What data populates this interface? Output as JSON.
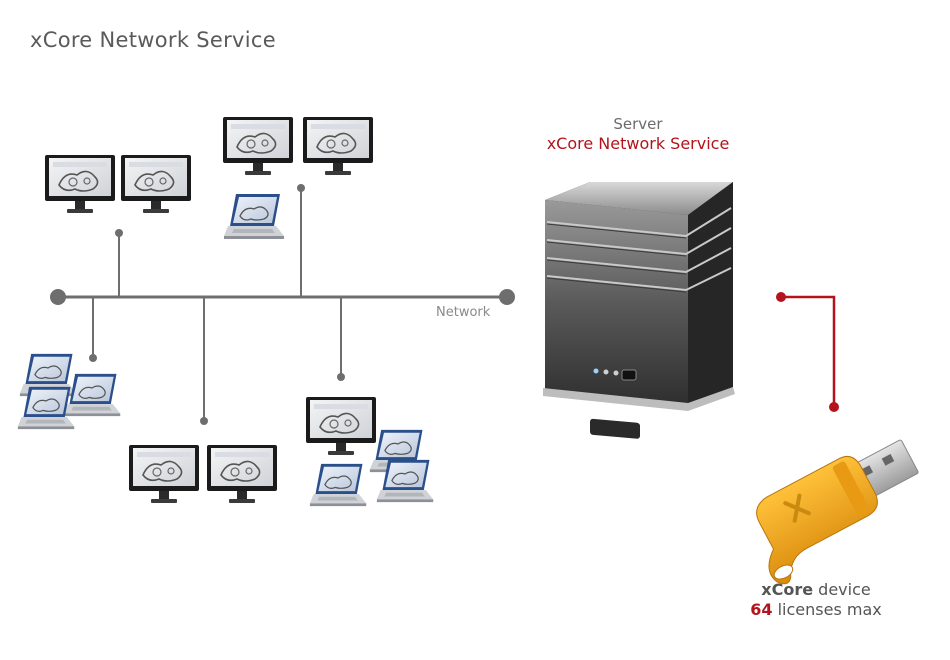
{
  "title": "xCore Network Service",
  "server": {
    "line1": "Server",
    "line2": "xCore Network Service"
  },
  "network_label": "Network",
  "device": {
    "name_bold": "xCore",
    "name_rest": " device",
    "count": "64",
    "count_rest": " licenses max"
  },
  "colors": {
    "accent": "#b3131b",
    "line": "#6e6e6e",
    "dongle": "#f0a21a"
  },
  "icons": [
    "monitor-icon",
    "laptop-icon",
    "server-icon",
    "usb-dongle-icon"
  ]
}
